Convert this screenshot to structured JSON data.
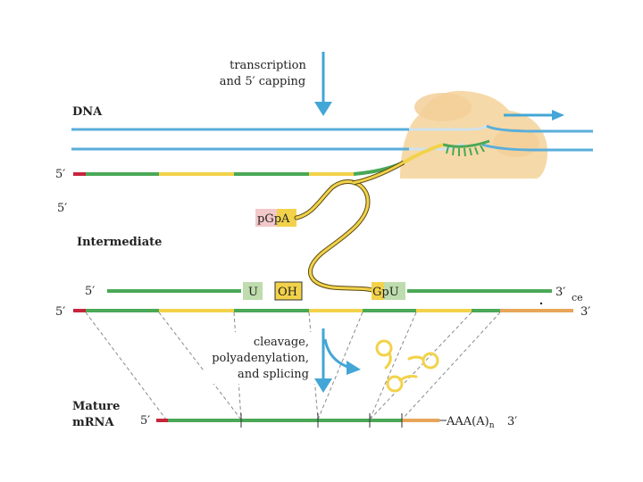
{
  "caption": {
    "transcription_line1": "transcription",
    "transcription_line2": "and 5′ capping",
    "processing_line1": "cleavage,",
    "processing_line2": "polyadenylation,",
    "processing_line3": "and splicing"
  },
  "sections": {
    "dna": "DNA",
    "intermediate": "Intermediate",
    "mature_line1": "Mature",
    "mature_line2": "mRNA"
  },
  "ends": {
    "five_prime": "5′",
    "three_prime": "3′"
  },
  "boxes": {
    "cap": "pGpA",
    "u": "U",
    "oh": "OH",
    "gpu": "GpU"
  },
  "tail": "AAA(A)",
  "tail_subscript": "n",
  "fragment_text": "ce",
  "colors": {
    "dna_strand": "#5aaedb",
    "exon": "#4aa857",
    "intron": "#f2d24a",
    "cap": "#c8243c",
    "utr3": "#e8a55a",
    "polymerase": "#f6d9a8",
    "arrow": "#43a6d6",
    "u_box": "#bfdcae",
    "oh_box": "#f2d24a",
    "pg_box": "#f3c8c8"
  }
}
